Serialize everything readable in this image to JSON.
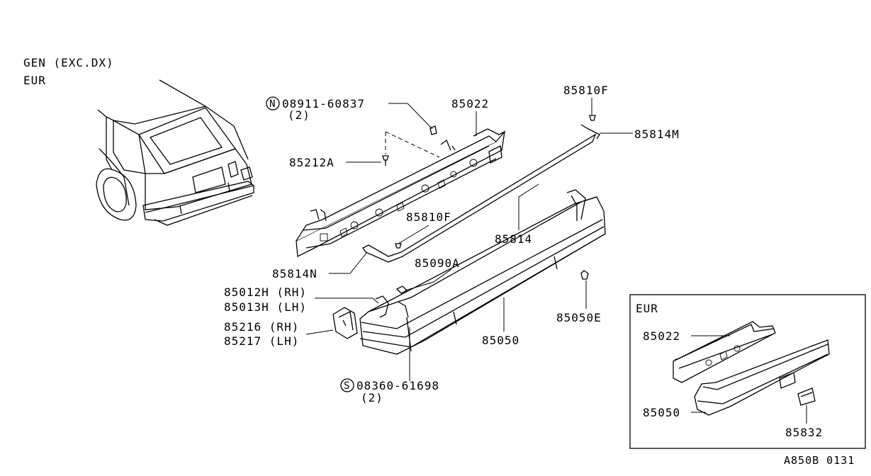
{
  "variant": {
    "line1": "GEN (EXC.DX)",
    "line2": "EUR"
  },
  "parts": {
    "bolt_n": {
      "symbol": "N",
      "number": "08911-60837",
      "qty": "(2)"
    },
    "p85022": "85022",
    "p85212A": "85212A",
    "p85810F_top": "85810F",
    "p85814M": "85814M",
    "p85810F_mid": "85810F",
    "p85814": "85814",
    "p85814N": "85814N",
    "p85090A": "85090A",
    "p85012H": "85012H (RH)",
    "p85013H": "85013H (LH)",
    "p85216": "85216 (RH)",
    "p85217": "85217 (LH)",
    "p85050": "85050",
    "p85050E": "85050E",
    "screw_s": {
      "symbol": "S",
      "number": "08360-61698",
      "qty": "(2)"
    }
  },
  "inset": {
    "title": "EUR",
    "p85022": "85022",
    "p85050": "85050",
    "p85832": "85832"
  },
  "diagram_code": "A850B 0131"
}
